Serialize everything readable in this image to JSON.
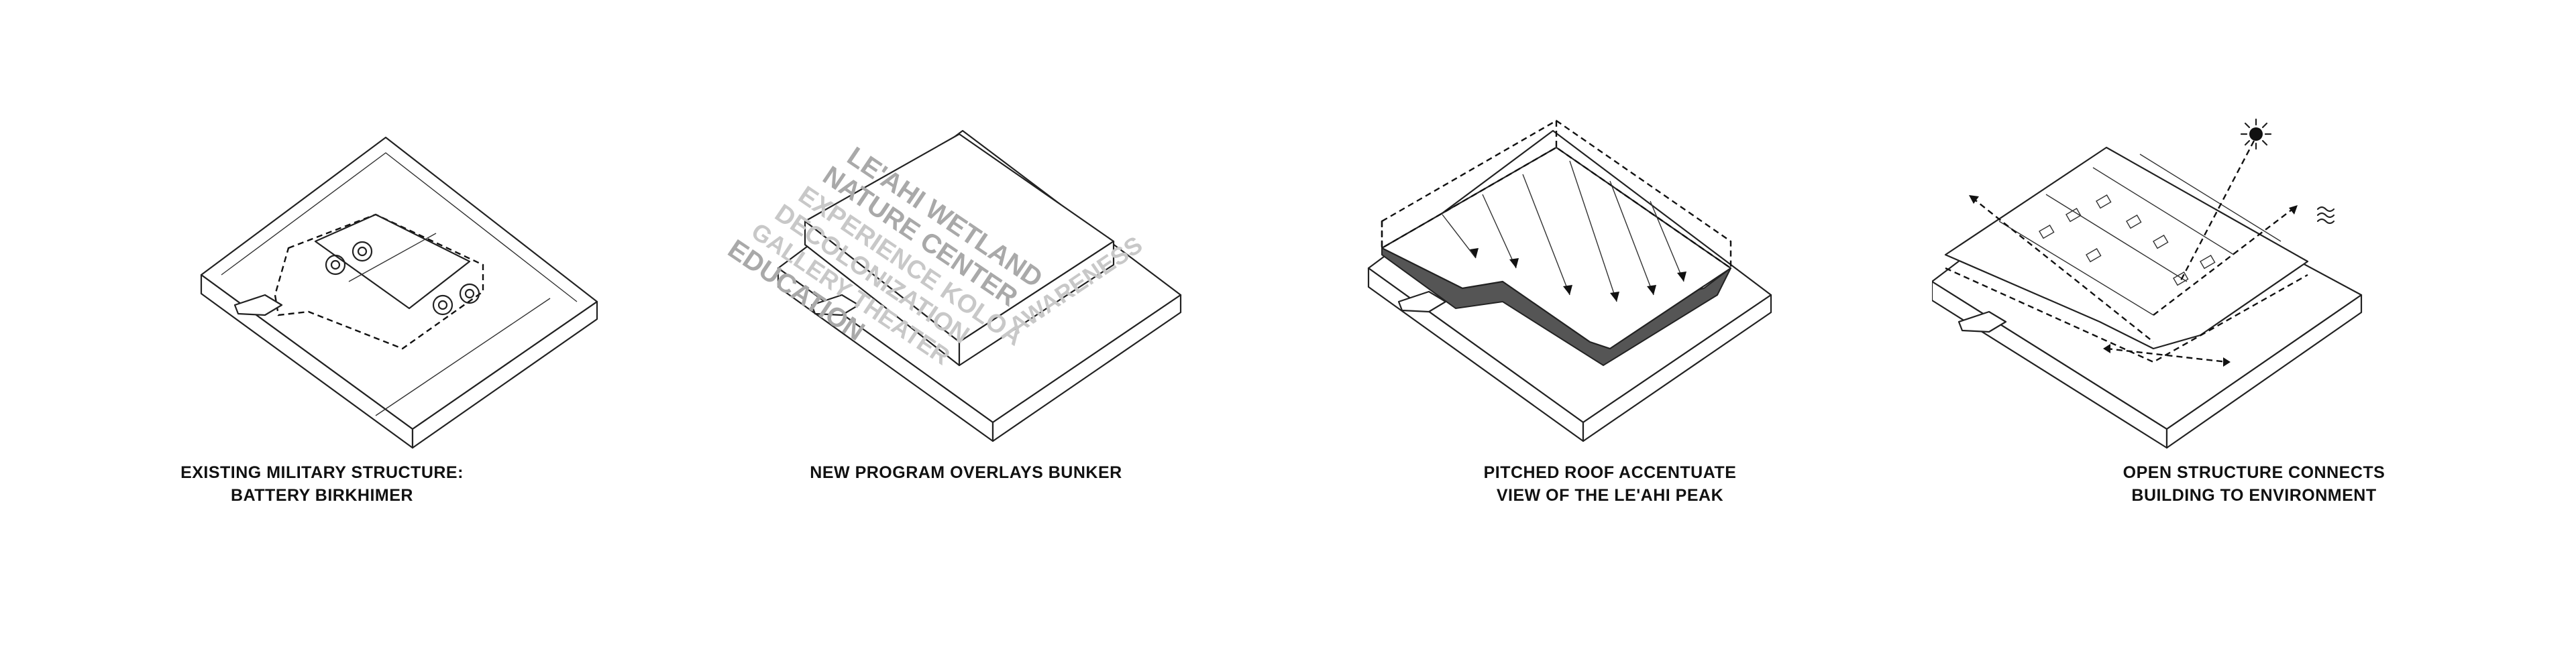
{
  "panels": [
    {
      "caption_line1": "EXISTING MILITARY STRUCTURE:",
      "caption_line2": "BATTERY BIRKHIMER"
    },
    {
      "caption_line1": "NEW PROGRAM OVERLAYS BUNKER",
      "caption_line2": ""
    },
    {
      "caption_line1": "PITCHED ROOF ACCENTUATE",
      "caption_line2": "VIEW OF THE LE'AHI PEAK"
    },
    {
      "caption_line1": "OPEN STRUCTURE CONNECTS",
      "caption_line2": "BUILDING TO ENVIRONMENT"
    }
  ],
  "program_words": {
    "w1": "LE'AHI WETLAND",
    "w2": "NATURE CENTER",
    "w3": "EXPERIENCE KOLOA",
    "w4": "DECOLONIZATION",
    "w5": "GALLERY THEATER",
    "w6": "EDUCATION",
    "w7": "AWARENESS"
  },
  "icons": [
    "sun-icon",
    "wind-icon"
  ],
  "colors": {
    "line": "#222222",
    "program_text": "#c8c8c8",
    "roof_shadow": "#555555"
  }
}
